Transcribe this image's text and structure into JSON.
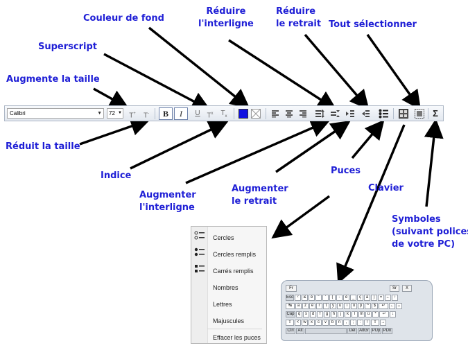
{
  "annotations": {
    "couleur_fond": "Couleur de fond",
    "reduire_interligne_1": "Réduire",
    "reduire_interligne_2": "l'interligne",
    "reduire_retrait_1": "Réduire",
    "reduire_retrait_2": "le retrait",
    "tout_selectionner": "Tout sélectionner",
    "superscript": "Superscript",
    "augmente_taille": "Augmente la taille",
    "reduit_taille": "Réduit la taille",
    "indice": "Indice",
    "augmenter_interligne_1": "Augmenter",
    "augmenter_interligne_2": "l'interligne",
    "augmenter_retrait_1": "Augmenter",
    "augmenter_retrait_2": "le retrait",
    "puces": "Puces",
    "clavier": "Clavier",
    "symboles_1": "Symboles",
    "symboles_2": "(suivant polices",
    "symboles_3": "de votre PC)"
  },
  "toolbar": {
    "font": "Calibri",
    "size": "72",
    "grow_label": "T",
    "shrink_label": "T",
    "bold_label": "B",
    "italic_label": "I",
    "underline_label": "U",
    "superscript_label": "T",
    "subscript_label": "T",
    "sigma_label": "Σ",
    "bg_color": "#1010e0"
  },
  "bullets_menu": {
    "items": [
      "Cercles",
      "Cercles remplis",
      "Carrés remplis",
      "Nombres",
      "Lettres",
      "Majuscules"
    ],
    "clear": "Effacer les puces"
  },
  "keyboard": {
    "tabs": [
      "Fr",
      "Sr",
      "X"
    ],
    "row1": [
      "Esc",
      "²",
      "&",
      "é",
      "\"",
      "'",
      "(",
      "-",
      "è",
      "_",
      "ç",
      "à",
      ")",
      "=",
      "←",
      "↑"
    ],
    "row2": [
      "↹",
      "a",
      "z",
      "e",
      "r",
      "t",
      "y",
      "u",
      "i",
      "o",
      "p",
      "^",
      "$",
      "↵",
      "←",
      "↔"
    ],
    "row3": [
      "Cap",
      "q",
      "s",
      "d",
      "f",
      "g",
      "h",
      "j",
      "k",
      "l",
      "m",
      "ù",
      "*",
      "↵",
      "↓"
    ],
    "row4": [
      "⇧",
      "<",
      "w",
      "x",
      "c",
      "v",
      "b",
      "n",
      ",",
      ";",
      ":",
      "!",
      "⇧",
      "→"
    ],
    "row5": [
      "Ctrl",
      "Alt",
      "",
      "Del",
      "AltGr",
      "PUp",
      "PDn"
    ]
  }
}
